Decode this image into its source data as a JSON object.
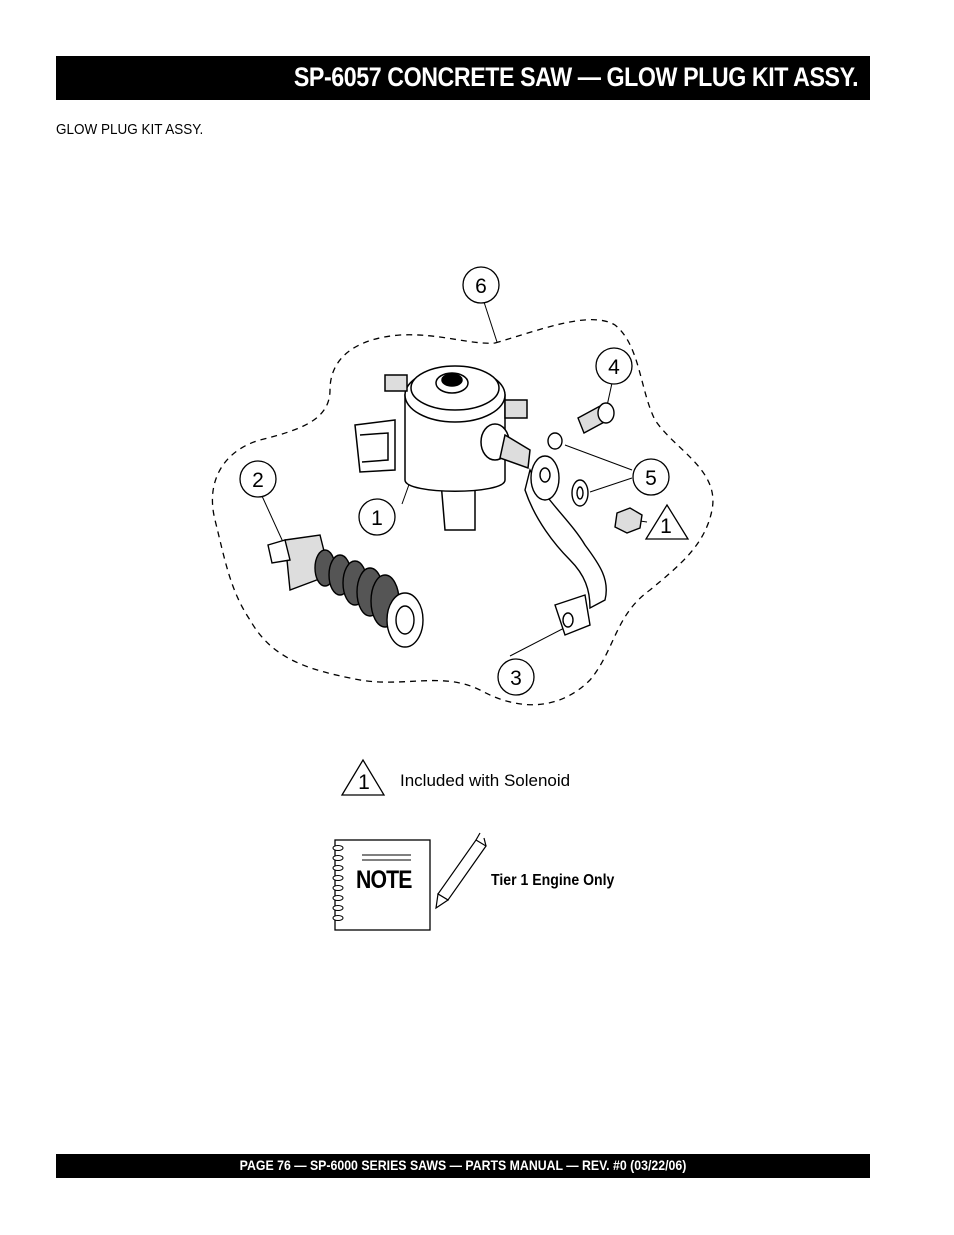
{
  "header": {
    "title": "SP-6057 CONCRETE SAW —  GLOW PLUG KIT ASSY."
  },
  "subtitle": "GLOW PLUG  KIT ASSY.",
  "callouts": {
    "c1_main": "1",
    "c2": "2",
    "c3": "3",
    "c4": "4",
    "c5": "5",
    "c6": "6",
    "c1_triangle": "1"
  },
  "legend": {
    "triangle_number": "1",
    "text": "Included with Solenoid"
  },
  "note": {
    "label": "NOTE",
    "text": "Tier 1 Engine Only"
  },
  "footer": {
    "text": "PAGE 76 — SP-6000 SERIES SAWS  — PARTS MANUAL — REV. #0 (03/22/06)"
  }
}
